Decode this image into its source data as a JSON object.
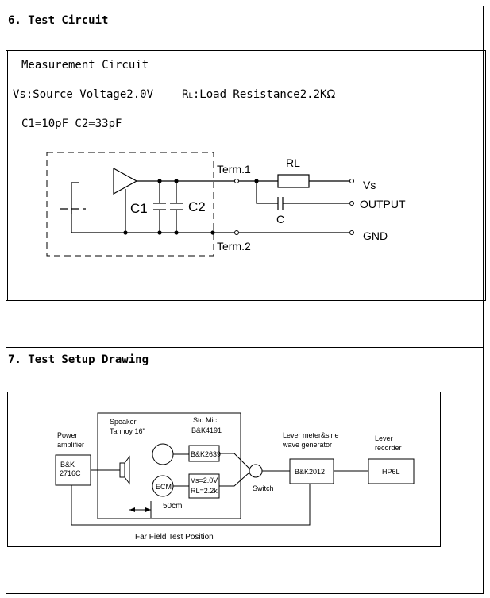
{
  "section6": {
    "heading": "6. Test Circuit",
    "subtitle": "Measurement Circuit",
    "source_voltage": "Vs:Source Voltage2.0V",
    "load_prefix": "R",
    "load_sub": "L",
    "load_text": ":Load Resistance2.2K",
    "ohm": "Ω",
    "caps": "C1=10pF  C2=33pF",
    "labels": {
      "term1": "Term.1",
      "term2": "Term.2",
      "rl": "RL",
      "c": "C",
      "c1": "C1",
      "c2": "C2",
      "vs": "Vs",
      "output": "OUTPUT",
      "gnd": "GND"
    }
  },
  "section7": {
    "heading": "7. Test Setup Drawing",
    "labels": {
      "power_amp_1": "Power",
      "power_amp_2": "amplifier",
      "bk2716_1": "B&K",
      "bk2716_2": "2716C",
      "speaker_1": "Speaker",
      "speaker_2": "Tannoy 16\"",
      "stdmic_1": "Std.Mic",
      "stdmic_2": "B&K4191",
      "bk2639": "B&K2639",
      "ecm": "ECM",
      "vs": "Vs=2.0V",
      "rl": "RL=2.2k",
      "distance": "50cm",
      "switch": "Switch",
      "lever_1": "Lever meter&sine",
      "lever_2": "wave generator",
      "bk2012": "B&K2012",
      "recorder_1": "Lever",
      "recorder_2": "recorder",
      "hp6l": "HP6L",
      "far_field": "Far Field Test Position"
    }
  }
}
